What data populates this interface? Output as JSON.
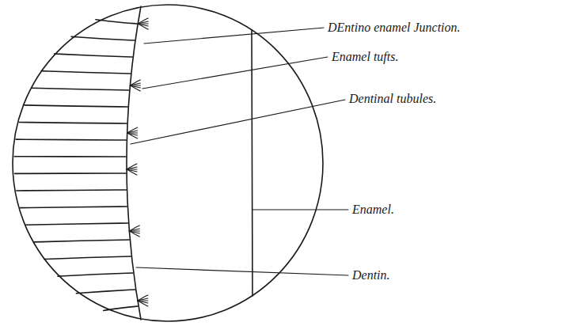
{
  "diagram": {
    "labels": [
      "DEntino enamel Junction.",
      "Enamel tufts.",
      "Dentinal tubules.",
      "Enamel.",
      "Dentin."
    ]
  }
}
